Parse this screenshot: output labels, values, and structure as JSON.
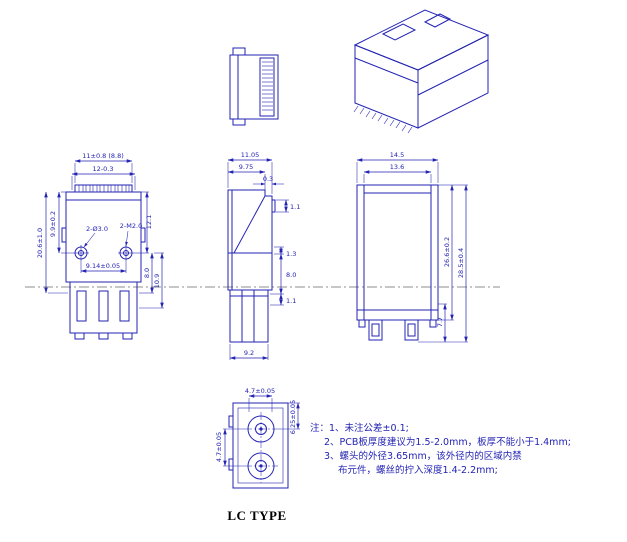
{
  "title": "LC TYPE",
  "colors": {
    "line": "#2323b4",
    "note": "#2323b4",
    "title": "#000000"
  },
  "notes": [
    "注：1、未注公差±0.1;",
    "2、PCB板厚度建议为1.5-2.0mm，板厚不能小于1.4mm;",
    "3、螺头的外径3.65mm，该外径内的区域内禁",
    "布元件，螺丝的拧入深度1.4-2.2mm;"
  ],
  "views": {
    "front": {
      "dims": {
        "pin_width": "11±0.8 (8.8)",
        "shield_width": "12-0.3",
        "height_top": "9.9±0.2",
        "height_total": "20.6±1.0",
        "height_right": "12.1",
        "screw_head": "2-Ø3.0",
        "screw_thread": "2-M2.0",
        "screw_spacing": "9.14±0.05",
        "leg_len1": "8.0",
        "leg_len2": "10.9"
      }
    },
    "side": {
      "dims": {
        "depth_total": "11.05",
        "depth_body": "9.75",
        "lip": "0.3",
        "tab_top": "1.1",
        "pin_gap": "1.3",
        "pin_length": "8.0",
        "tab_bottom": "1.1",
        "base_depth": "9.2"
      }
    },
    "back": {
      "dims": {
        "width_total": "14.5",
        "width_body": "13.6",
        "height_body": "26.6±0.2",
        "height_total": "28.5±0.4",
        "leg_height": "7.7"
      }
    },
    "bottom": {
      "dims": {
        "port_width": "4.7±0.05",
        "port_offset": "6.25±0.05",
        "port_pitch": "4.7±0.05"
      }
    }
  }
}
